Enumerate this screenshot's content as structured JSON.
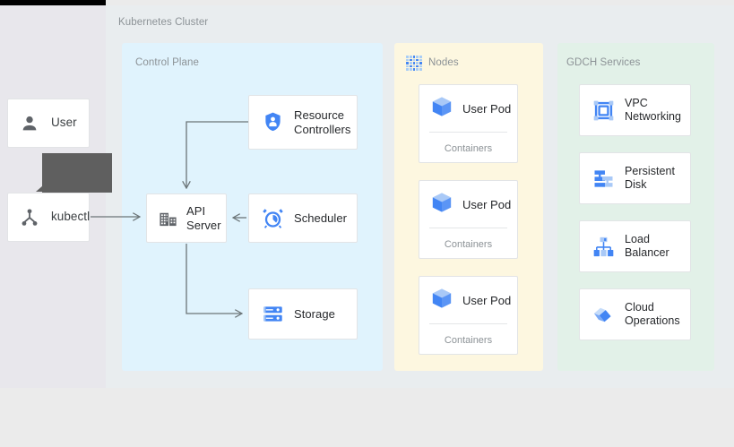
{
  "page": {
    "diagram_title": "Kubernetes Cluster",
    "colors": {
      "control_plane_bg": "#e0f3fd",
      "nodes_bg": "#fdf7e0",
      "gdch_bg": "#e2f1e8",
      "canvas_bg": "#e9edef",
      "rail_bg": "#e8e7ec",
      "accent_blue": "#4285f4",
      "icon_gray": "#5f6368",
      "tooltip_bg": "#5f5f5f",
      "connector": "#6b7477"
    }
  },
  "actors": [
    {
      "id": "user",
      "label": "User",
      "icon": "person-icon"
    },
    {
      "id": "kubectl",
      "label": "kubectl",
      "icon": "node-hierarchy-icon"
    }
  ],
  "tooltip": {
    "text": "",
    "visible": true
  },
  "sections": {
    "control_plane": {
      "title": "Control Plane",
      "components": [
        {
          "id": "resource-controllers",
          "label": "Resource Controllers",
          "icon": "shield-person-icon"
        },
        {
          "id": "api-server",
          "label": "API Server",
          "icon": "server-building-icon"
        },
        {
          "id": "scheduler",
          "label": "Scheduler",
          "icon": "alarm-clock-icon"
        },
        {
          "id": "storage",
          "label": "Storage",
          "icon": "database-rack-icon"
        }
      ]
    },
    "nodes": {
      "title": "Nodes",
      "icon": "dotted-grid-icon",
      "pods": [
        {
          "id": "pod-1",
          "label": "User Pod",
          "sublabel": "Containers",
          "icon": "cube-icon"
        },
        {
          "id": "pod-2",
          "label": "User Pod",
          "sublabel": "Containers",
          "icon": "cube-icon"
        },
        {
          "id": "pod-3",
          "label": "User Pod",
          "sublabel": "Containers",
          "icon": "cube-icon"
        }
      ]
    },
    "gdch_services": {
      "title": "GDCH Services",
      "services": [
        {
          "id": "vpc-networking",
          "label": "VPC Networking",
          "icon": "vpc-network-icon"
        },
        {
          "id": "persistent-disk",
          "label": "Persistent Disk",
          "icon": "persistent-disk-icon"
        },
        {
          "id": "load-balancer",
          "label": "Load Balancer",
          "icon": "load-balancer-icon"
        },
        {
          "id": "cloud-operations",
          "label": "Cloud Operations",
          "icon": "cloud-operations-icon"
        }
      ]
    }
  },
  "connections": [
    {
      "from": "kubectl",
      "to": "api-server",
      "direction": "right"
    },
    {
      "from": "resource-controllers",
      "to": "api-server",
      "direction": "down"
    },
    {
      "from": "scheduler",
      "to": "api-server",
      "direction": "left"
    },
    {
      "from": "api-server",
      "to": "storage",
      "direction": "right"
    }
  ]
}
